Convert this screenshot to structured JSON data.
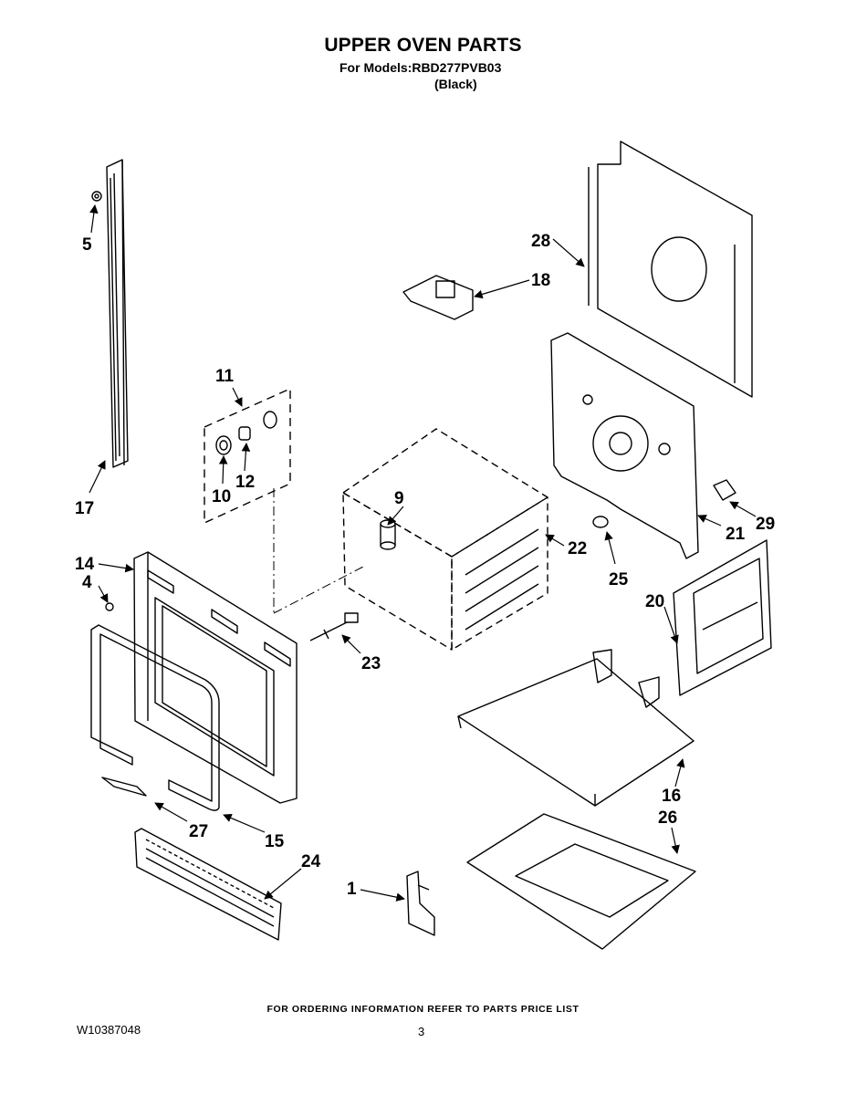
{
  "header": {
    "title": "UPPER OVEN PARTS",
    "models": "For Models:RBD277PVB03",
    "color": "(Black)"
  },
  "callouts": [
    "5",
    "17",
    "11",
    "10",
    "12",
    "14",
    "4",
    "15",
    "27",
    "24",
    "1",
    "9",
    "23",
    "22",
    "28",
    "18",
    "21",
    "29",
    "25",
    "20",
    "16",
    "26"
  ],
  "footer": {
    "note": "FOR ORDERING INFORMATION REFER TO PARTS PRICE LIST",
    "doc_number": "W10387048",
    "page": "3"
  },
  "colors": {
    "ink": "#000000",
    "paper": "#ffffff"
  }
}
